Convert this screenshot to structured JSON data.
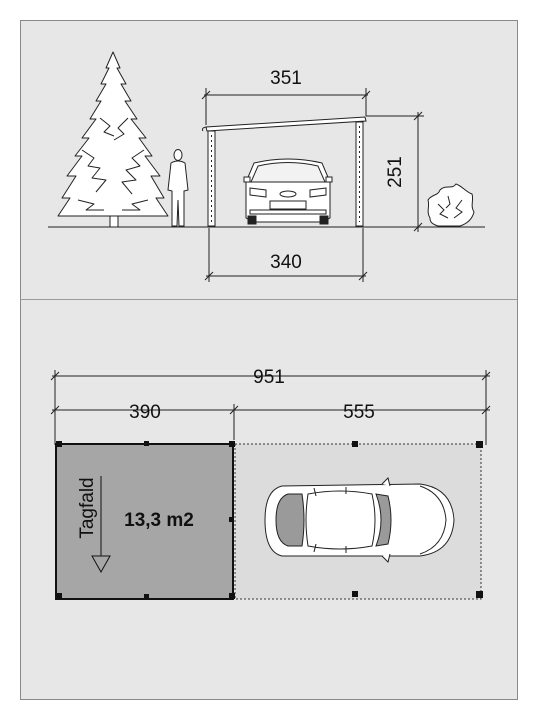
{
  "elevation": {
    "width_top": "351",
    "width_bottom": "340",
    "height": "251"
  },
  "plan": {
    "total_length": "951",
    "roofed_length": "390",
    "open_length": "555",
    "area_label": "13,3 m2",
    "slope_label": "Tagfald"
  },
  "colors": {
    "background": "#e7e7e7",
    "roof": "#a6a6a6",
    "open_area": "#dcdcdc",
    "car_glass": "#9a9a9a"
  }
}
